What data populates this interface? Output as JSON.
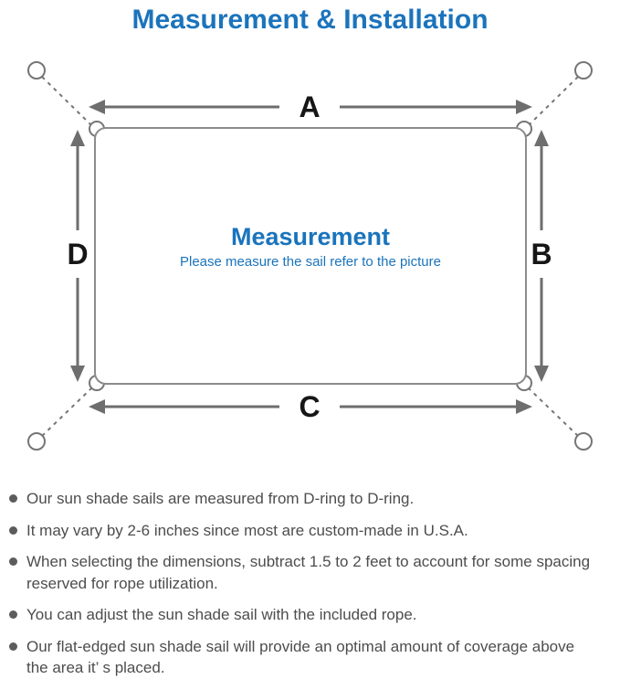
{
  "page": {
    "title": "Measurement & Installation"
  },
  "diagram": {
    "labels": {
      "top": "A",
      "right": "B",
      "bottom": "C",
      "left": "D"
    },
    "center_title": "Measurement",
    "center_subtitle": "Please measure the sail refer to the picture"
  },
  "bullets": [
    "Our sun shade sails are measured from D-ring to D-ring.",
    "It may vary by 2-6 inches since most are custom-made in U.S.A.",
    "When selecting the dimensions, subtract 1.5 to 2 feet to account for some spacing reserved for rope utilization.",
    "You can adjust the sun shade sail with the included rope.",
    "Our flat-edged sun shade sail will provide an optimal amount of coverage above the area it’ s placed."
  ],
  "colors": {
    "accent_blue": "#1b74bc",
    "letter_black": "#161616",
    "arrow_gray": "#6e6e6e",
    "outline_gray": "#8c8c8c",
    "dash_gray": "#757575",
    "note_text_gray": "#4d4d4d"
  }
}
